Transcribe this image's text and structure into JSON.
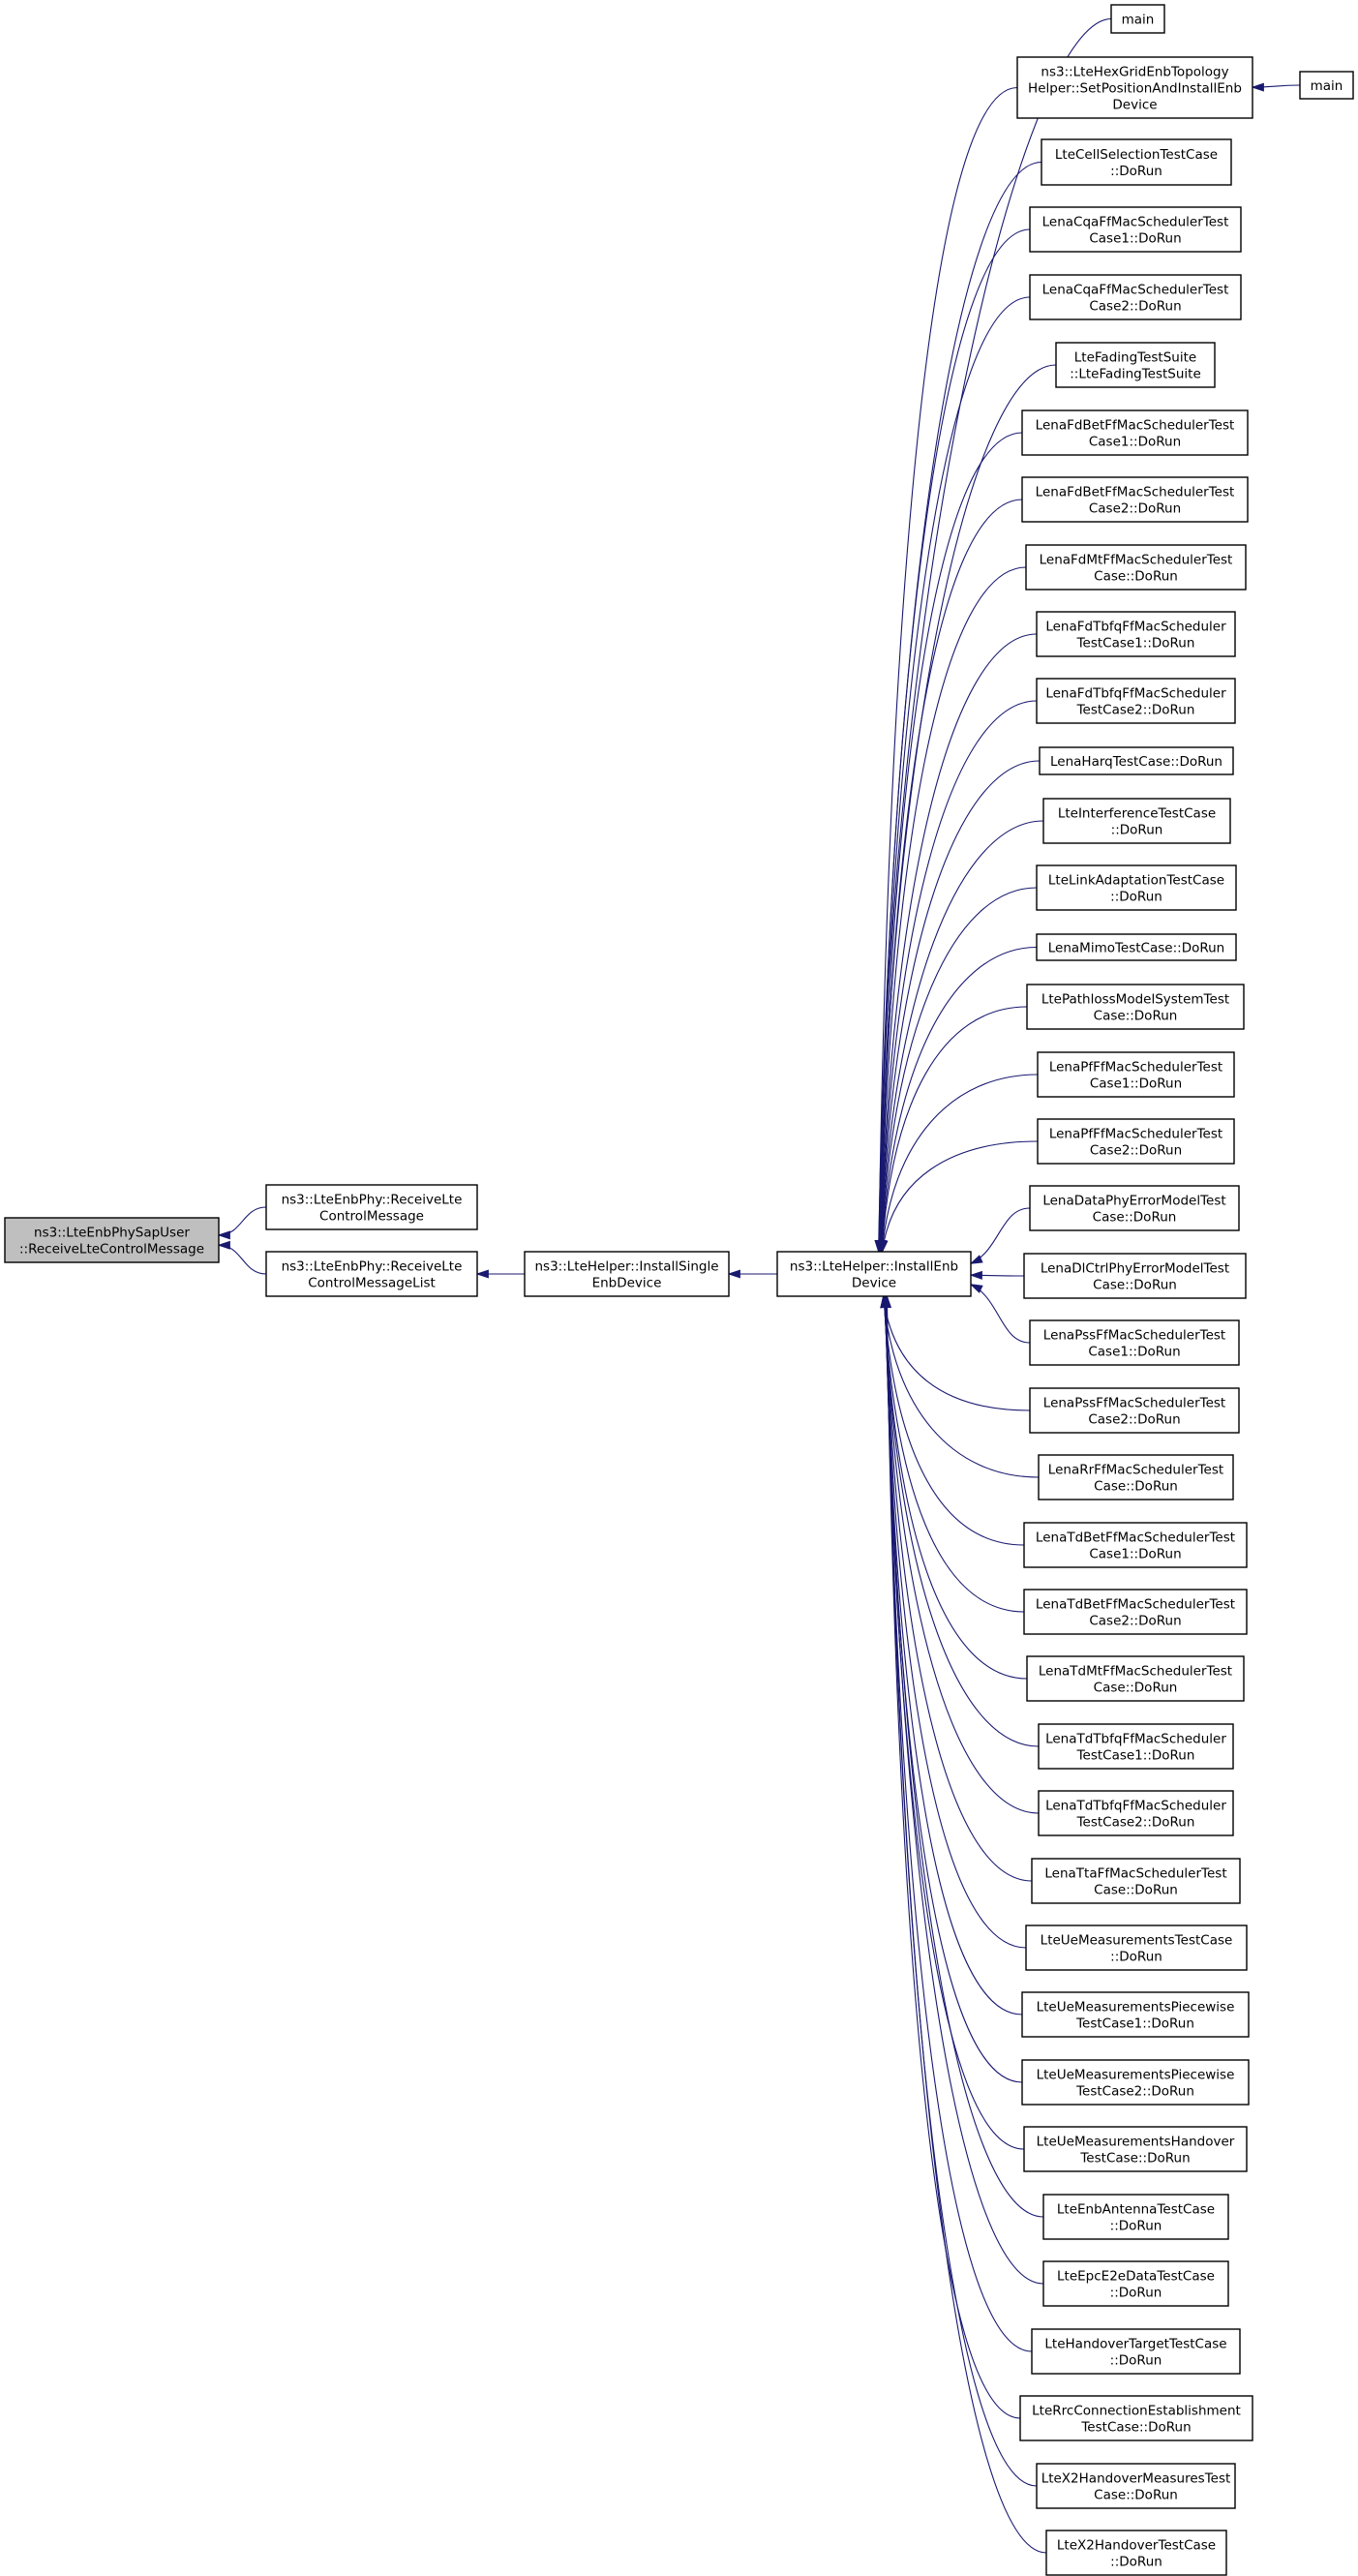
{
  "diagram": {
    "edge_color": "#191970",
    "root_fill": "#bfbfbf",
    "nodes": [
      {
        "id": "root",
        "lines": [
          "ns3::LteEnbPhySapUser",
          "::ReceiveLteControlMessage"
        ],
        "highlight": true
      },
      {
        "id": "n_rlcm",
        "lines": [
          "ns3::LteEnbPhy::ReceiveLte",
          "ControlMessage"
        ]
      },
      {
        "id": "n_rlcml",
        "lines": [
          "ns3::LteEnbPhy::ReceiveLte",
          "ControlMessageList"
        ]
      },
      {
        "id": "n_ised",
        "lines": [
          "ns3::LteHelper::InstallSingle",
          "EnbDevice"
        ]
      },
      {
        "id": "n_ied",
        "lines": [
          "ns3::LteHelper::InstallEnb",
          "Device"
        ]
      },
      {
        "id": "c0",
        "lines": [
          "main"
        ]
      },
      {
        "id": "c1",
        "lines": [
          "ns3::LteHexGridEnbTopology",
          "Helper::SetPositionAndInstallEnb",
          "Device"
        ]
      },
      {
        "id": "c1m",
        "lines": [
          "main"
        ]
      },
      {
        "id": "c2",
        "lines": [
          "LteCellSelectionTestCase",
          "::DoRun"
        ]
      },
      {
        "id": "c3",
        "lines": [
          "LenaCqaFfMacSchedulerTest",
          "Case1::DoRun"
        ]
      },
      {
        "id": "c4",
        "lines": [
          "LenaCqaFfMacSchedulerTest",
          "Case2::DoRun"
        ]
      },
      {
        "id": "c5",
        "lines": [
          "LteFadingTestSuite",
          "::LteFadingTestSuite"
        ]
      },
      {
        "id": "c6",
        "lines": [
          "LenaFdBetFfMacSchedulerTest",
          "Case1::DoRun"
        ]
      },
      {
        "id": "c7",
        "lines": [
          "LenaFdBetFfMacSchedulerTest",
          "Case2::DoRun"
        ]
      },
      {
        "id": "c8",
        "lines": [
          "LenaFdMtFfMacSchedulerTest",
          "Case::DoRun"
        ]
      },
      {
        "id": "c9",
        "lines": [
          "LenaFdTbfqFfMacScheduler",
          "TestCase1::DoRun"
        ]
      },
      {
        "id": "c10",
        "lines": [
          "LenaFdTbfqFfMacScheduler",
          "TestCase2::DoRun"
        ]
      },
      {
        "id": "c11",
        "lines": [
          "LenaHarqTestCase::DoRun"
        ]
      },
      {
        "id": "c12",
        "lines": [
          "LteInterferenceTestCase",
          "::DoRun"
        ]
      },
      {
        "id": "c13",
        "lines": [
          "LteLinkAdaptationTestCase",
          "::DoRun"
        ]
      },
      {
        "id": "c14",
        "lines": [
          "LenaMimoTestCase::DoRun"
        ]
      },
      {
        "id": "c15",
        "lines": [
          "LtePathlossModelSystemTest",
          "Case::DoRun"
        ]
      },
      {
        "id": "c16",
        "lines": [
          "LenaPfFfMacSchedulerTest",
          "Case1::DoRun"
        ]
      },
      {
        "id": "c17",
        "lines": [
          "LenaPfFfMacSchedulerTest",
          "Case2::DoRun"
        ]
      },
      {
        "id": "c18",
        "lines": [
          "LenaDataPhyErrorModelTest",
          "Case::DoRun"
        ]
      },
      {
        "id": "c19",
        "lines": [
          "LenaDlCtrlPhyErrorModelTest",
          "Case::DoRun"
        ]
      },
      {
        "id": "c20",
        "lines": [
          "LenaPssFfMacSchedulerTest",
          "Case1::DoRun"
        ]
      },
      {
        "id": "c21",
        "lines": [
          "LenaPssFfMacSchedulerTest",
          "Case2::DoRun"
        ]
      },
      {
        "id": "c22",
        "lines": [
          "LenaRrFfMacSchedulerTest",
          "Case::DoRun"
        ]
      },
      {
        "id": "c23",
        "lines": [
          "LenaTdBetFfMacSchedulerTest",
          "Case1::DoRun"
        ]
      },
      {
        "id": "c24",
        "lines": [
          "LenaTdBetFfMacSchedulerTest",
          "Case2::DoRun"
        ]
      },
      {
        "id": "c25",
        "lines": [
          "LenaTdMtFfMacSchedulerTest",
          "Case::DoRun"
        ]
      },
      {
        "id": "c26",
        "lines": [
          "LenaTdTbfqFfMacScheduler",
          "TestCase1::DoRun"
        ]
      },
      {
        "id": "c27",
        "lines": [
          "LenaTdTbfqFfMacScheduler",
          "TestCase2::DoRun"
        ]
      },
      {
        "id": "c28",
        "lines": [
          "LenaTtaFfMacSchedulerTest",
          "Case::DoRun"
        ]
      },
      {
        "id": "c29",
        "lines": [
          "LteUeMeasurementsTestCase",
          "::DoRun"
        ]
      },
      {
        "id": "c30",
        "lines": [
          "LteUeMeasurementsPiecewise",
          "TestCase1::DoRun"
        ]
      },
      {
        "id": "c31",
        "lines": [
          "LteUeMeasurementsPiecewise",
          "TestCase2::DoRun"
        ]
      },
      {
        "id": "c32",
        "lines": [
          "LteUeMeasurementsHandover",
          "TestCase::DoRun"
        ]
      },
      {
        "id": "c33",
        "lines": [
          "LteEnbAntennaTestCase",
          "::DoRun"
        ]
      },
      {
        "id": "c34",
        "lines": [
          "LteEpcE2eDataTestCase",
          "::DoRun"
        ]
      },
      {
        "id": "c35",
        "lines": [
          "LteHandoverTargetTestCase",
          "::DoRun"
        ]
      },
      {
        "id": "c36",
        "lines": [
          "LteRrcConnectionEstablishment",
          "TestCase::DoRun"
        ]
      },
      {
        "id": "c37",
        "lines": [
          "LteX2HandoverMeasuresTest",
          "Case::DoRun"
        ]
      },
      {
        "id": "c38",
        "lines": [
          "LteX2HandoverTestCase",
          "::DoRun"
        ]
      }
    ],
    "edges": [
      {
        "from": "n_rlcm",
        "to": "root"
      },
      {
        "from": "n_rlcml",
        "to": "root"
      },
      {
        "from": "n_ised",
        "to": "n_rlcml"
      },
      {
        "from": "n_ied",
        "to": "n_ised"
      },
      {
        "from": "c1m",
        "to": "c1"
      },
      {
        "from": "c0",
        "to": "n_ied"
      },
      {
        "from": "c1",
        "to": "n_ied"
      },
      {
        "from": "c2",
        "to": "n_ied"
      },
      {
        "from": "c3",
        "to": "n_ied"
      },
      {
        "from": "c4",
        "to": "n_ied"
      },
      {
        "from": "c5",
        "to": "n_ied"
      },
      {
        "from": "c6",
        "to": "n_ied"
      },
      {
        "from": "c7",
        "to": "n_ied"
      },
      {
        "from": "c8",
        "to": "n_ied"
      },
      {
        "from": "c9",
        "to": "n_ied"
      },
      {
        "from": "c10",
        "to": "n_ied"
      },
      {
        "from": "c11",
        "to": "n_ied"
      },
      {
        "from": "c12",
        "to": "n_ied"
      },
      {
        "from": "c13",
        "to": "n_ied"
      },
      {
        "from": "c14",
        "to": "n_ied"
      },
      {
        "from": "c15",
        "to": "n_ied"
      },
      {
        "from": "c16",
        "to": "n_ied"
      },
      {
        "from": "c17",
        "to": "n_ied"
      },
      {
        "from": "c18",
        "to": "n_ied"
      },
      {
        "from": "c19",
        "to": "n_ied"
      },
      {
        "from": "c20",
        "to": "n_ied"
      },
      {
        "from": "c21",
        "to": "n_ied"
      },
      {
        "from": "c22",
        "to": "n_ied"
      },
      {
        "from": "c23",
        "to": "n_ied"
      },
      {
        "from": "c24",
        "to": "n_ied"
      },
      {
        "from": "c25",
        "to": "n_ied"
      },
      {
        "from": "c26",
        "to": "n_ied"
      },
      {
        "from": "c27",
        "to": "n_ied"
      },
      {
        "from": "c28",
        "to": "n_ied"
      },
      {
        "from": "c29",
        "to": "n_ied"
      },
      {
        "from": "c30",
        "to": "n_ied"
      },
      {
        "from": "c31",
        "to": "n_ied"
      },
      {
        "from": "c32",
        "to": "n_ied"
      },
      {
        "from": "c33",
        "to": "n_ied"
      },
      {
        "from": "c34",
        "to": "n_ied"
      },
      {
        "from": "c35",
        "to": "n_ied"
      },
      {
        "from": "c36",
        "to": "n_ied"
      },
      {
        "from": "c37",
        "to": "n_ied"
      },
      {
        "from": "c38",
        "to": "n_ied"
      }
    ]
  }
}
